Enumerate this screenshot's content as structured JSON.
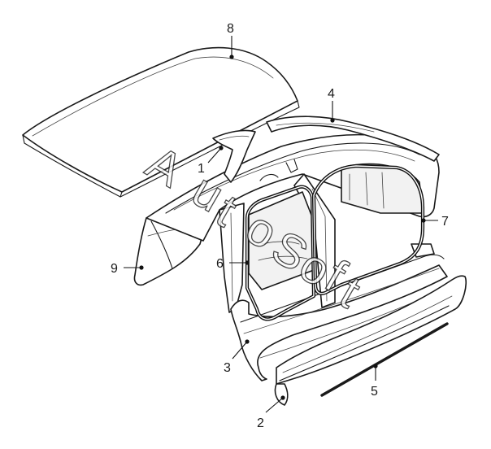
{
  "diagram": {
    "callouts": [
      {
        "id": "8",
        "label": "8"
      },
      {
        "id": "4",
        "label": "4"
      },
      {
        "id": "1",
        "label": "1"
      },
      {
        "id": "7",
        "label": "7"
      },
      {
        "id": "6",
        "label": "6"
      },
      {
        "id": "9",
        "label": "9"
      },
      {
        "id": "3",
        "label": "3"
      },
      {
        "id": "5",
        "label": "5"
      },
      {
        "id": "2",
        "label": "2"
      }
    ],
    "watermark": [
      "A",
      "u",
      "t",
      "o",
      "S",
      "o",
      "f",
      "t"
    ],
    "colors": {
      "line": "#1a1a1a",
      "background": "#ffffff"
    }
  }
}
